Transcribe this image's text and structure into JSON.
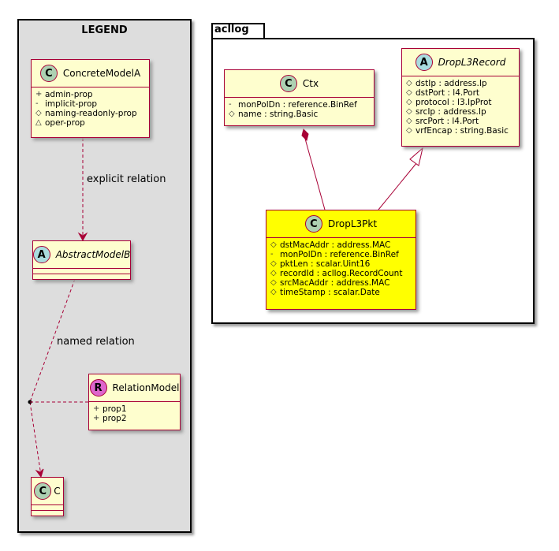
{
  "legend": {
    "title": "LEGEND",
    "concrete_model": {
      "stereotype": "C",
      "name": "ConcreteModelA",
      "attributes": [
        {
          "vis": "+",
          "vis_icon": "public-icon",
          "text": "admin-prop"
        },
        {
          "vis": "-",
          "vis_icon": "private-icon",
          "text": "implicit-prop"
        },
        {
          "vis": "◇",
          "vis_icon": "protected-icon",
          "text": "naming-readonly-prop"
        },
        {
          "vis": "△",
          "vis_icon": "package-icon",
          "text": "oper-prop"
        }
      ]
    },
    "explicit_relation_label": "explicit relation",
    "abstract_model": {
      "stereotype": "A",
      "name": "AbstractModelB"
    },
    "named_relation_label": "named relation",
    "relation_model": {
      "stereotype": "R",
      "name": "RelationModel",
      "attributes": [
        {
          "vis": "+",
          "vis_icon": "public-icon",
          "text": "prop1"
        },
        {
          "vis": "+",
          "vis_icon": "public-icon",
          "text": "prop2"
        }
      ]
    },
    "target_model": {
      "stereotype": "C",
      "name": "C"
    }
  },
  "package": {
    "name": "acllog",
    "ctx": {
      "stereotype": "C",
      "name": "Ctx",
      "attributes": [
        {
          "vis": "-",
          "vis_icon": "private-icon",
          "text": "monPolDn : reference.BinRef"
        },
        {
          "vis": "◇",
          "vis_icon": "protected-icon",
          "text": "name : string.Basic"
        }
      ]
    },
    "drop_l3_record": {
      "stereotype": "A",
      "name": "DropL3Record",
      "attributes": [
        {
          "vis": "◇",
          "vis_icon": "protected-icon",
          "text": "dstIp : address.Ip"
        },
        {
          "vis": "◇",
          "vis_icon": "protected-icon",
          "text": "dstPort : l4.Port"
        },
        {
          "vis": "◇",
          "vis_icon": "protected-icon",
          "text": "protocol : l3.IpProt"
        },
        {
          "vis": "◇",
          "vis_icon": "protected-icon",
          "text": "srcIp : address.Ip"
        },
        {
          "vis": "◇",
          "vis_icon": "protected-icon",
          "text": "srcPort : l4.Port"
        },
        {
          "vis": "◇",
          "vis_icon": "protected-icon",
          "text": "vrfEncap : string.Basic"
        }
      ]
    },
    "drop_l3_pkt": {
      "stereotype": "C",
      "name": "DropL3Pkt",
      "highlight_color": "#ffff00",
      "attributes": [
        {
          "vis": "◇",
          "vis_icon": "protected-icon",
          "text": "dstMacAddr : address.MAC"
        },
        {
          "vis": "-",
          "vis_icon": "private-icon",
          "text": "monPolDn : reference.BinRef"
        },
        {
          "vis": "◇",
          "vis_icon": "protected-icon",
          "text": "pktLen : scalar.Uint16"
        },
        {
          "vis": "◇",
          "vis_icon": "protected-icon",
          "text": "recordId : acllog.RecordCount"
        },
        {
          "vis": "◇",
          "vis_icon": "protected-icon",
          "text": "srcMacAddr : address.MAC"
        },
        {
          "vis": "◇",
          "vis_icon": "protected-icon",
          "text": "timeStamp : scalar.Date"
        }
      ]
    }
  },
  "colors": {
    "class_fill": "#fefece",
    "class_border": "#a80036",
    "legend_fill": "#dddddd",
    "stereo_c": "#add1b2",
    "stereo_a": "#a9dcdf",
    "stereo_r": "#dd66cc"
  }
}
